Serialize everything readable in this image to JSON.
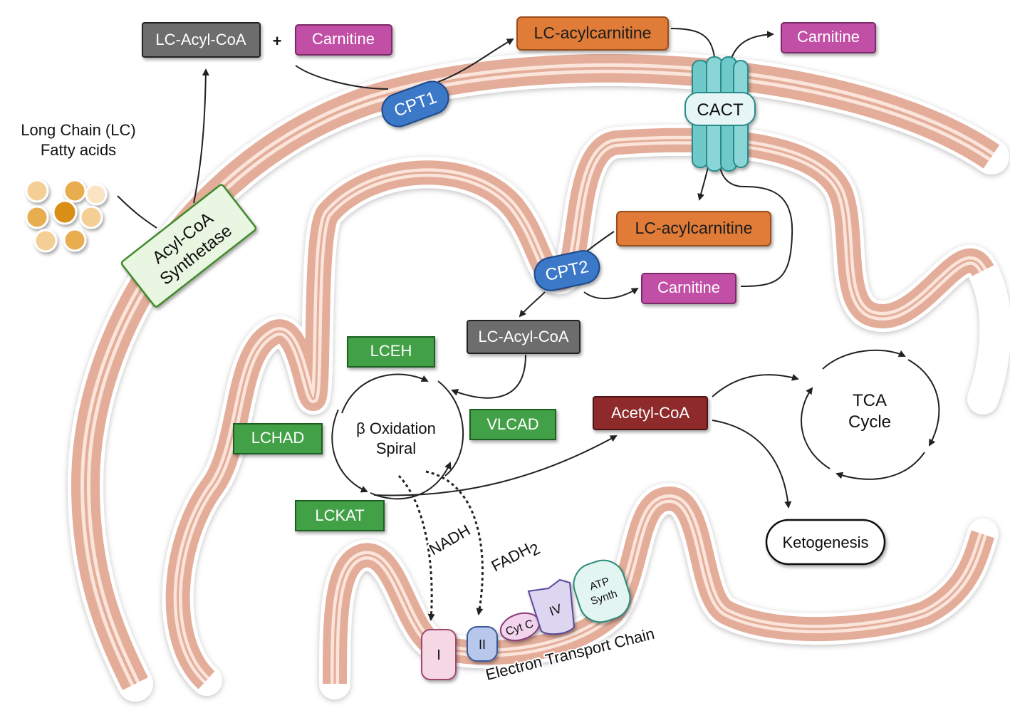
{
  "labels": {
    "lc_fatty_acids_line1": "Long Chain (LC)",
    "lc_fatty_acids_line2": "Fatty acids",
    "lc_acyl_coa_top": "LC-Acyl-CoA",
    "plus": "+",
    "carnitine_top": "Carnitine",
    "lc_acylcarnitine_top": "LC-acylcarnitine",
    "carnitine_right": "Carnitine",
    "cact": "CACT",
    "cpt1": "CPT1",
    "acyl_coa_synthetase_line1": "Acyl-CoA",
    "acyl_coa_synthetase_line2": "Synthetase",
    "lc_acylcarnitine_inner": "LC-acylcarnitine",
    "cpt2": "CPT2",
    "carnitine_inner": "Carnitine",
    "lc_acyl_coa_inner": "LC-Acyl-CoA",
    "lceh": "LCEH",
    "vlcad": "VLCAD",
    "lchad": "LCHAD",
    "lckat": "LCKAT",
    "beta_oxidation_line1": "β Oxidation",
    "beta_oxidation_line2": "Spiral",
    "acetyl_coa": "Acetyl-CoA",
    "tca_line1": "TCA",
    "tca_line2": "Cycle",
    "ketogenesis": "Ketogenesis",
    "nadh": "NADH",
    "fadh2": "FADH",
    "fadh2_sub": "2",
    "complex_i": "I",
    "complex_ii": "II",
    "cyt_c": "Cyt C",
    "complex_iv": "IV",
    "atp_synth_line1": "ATP",
    "atp_synth_line2": "Synth",
    "etc": "Electron Transport Chain"
  },
  "colors": {
    "gray_box": "#6d6d6d",
    "magenta_box": "#c24fa6",
    "orange_box": "#e07b39",
    "blue_enzyme": "#3a78c8",
    "green_enzyme": "#43a047",
    "acetyl_red": "#8e2b2b",
    "membrane": "#e3ad9a"
  }
}
